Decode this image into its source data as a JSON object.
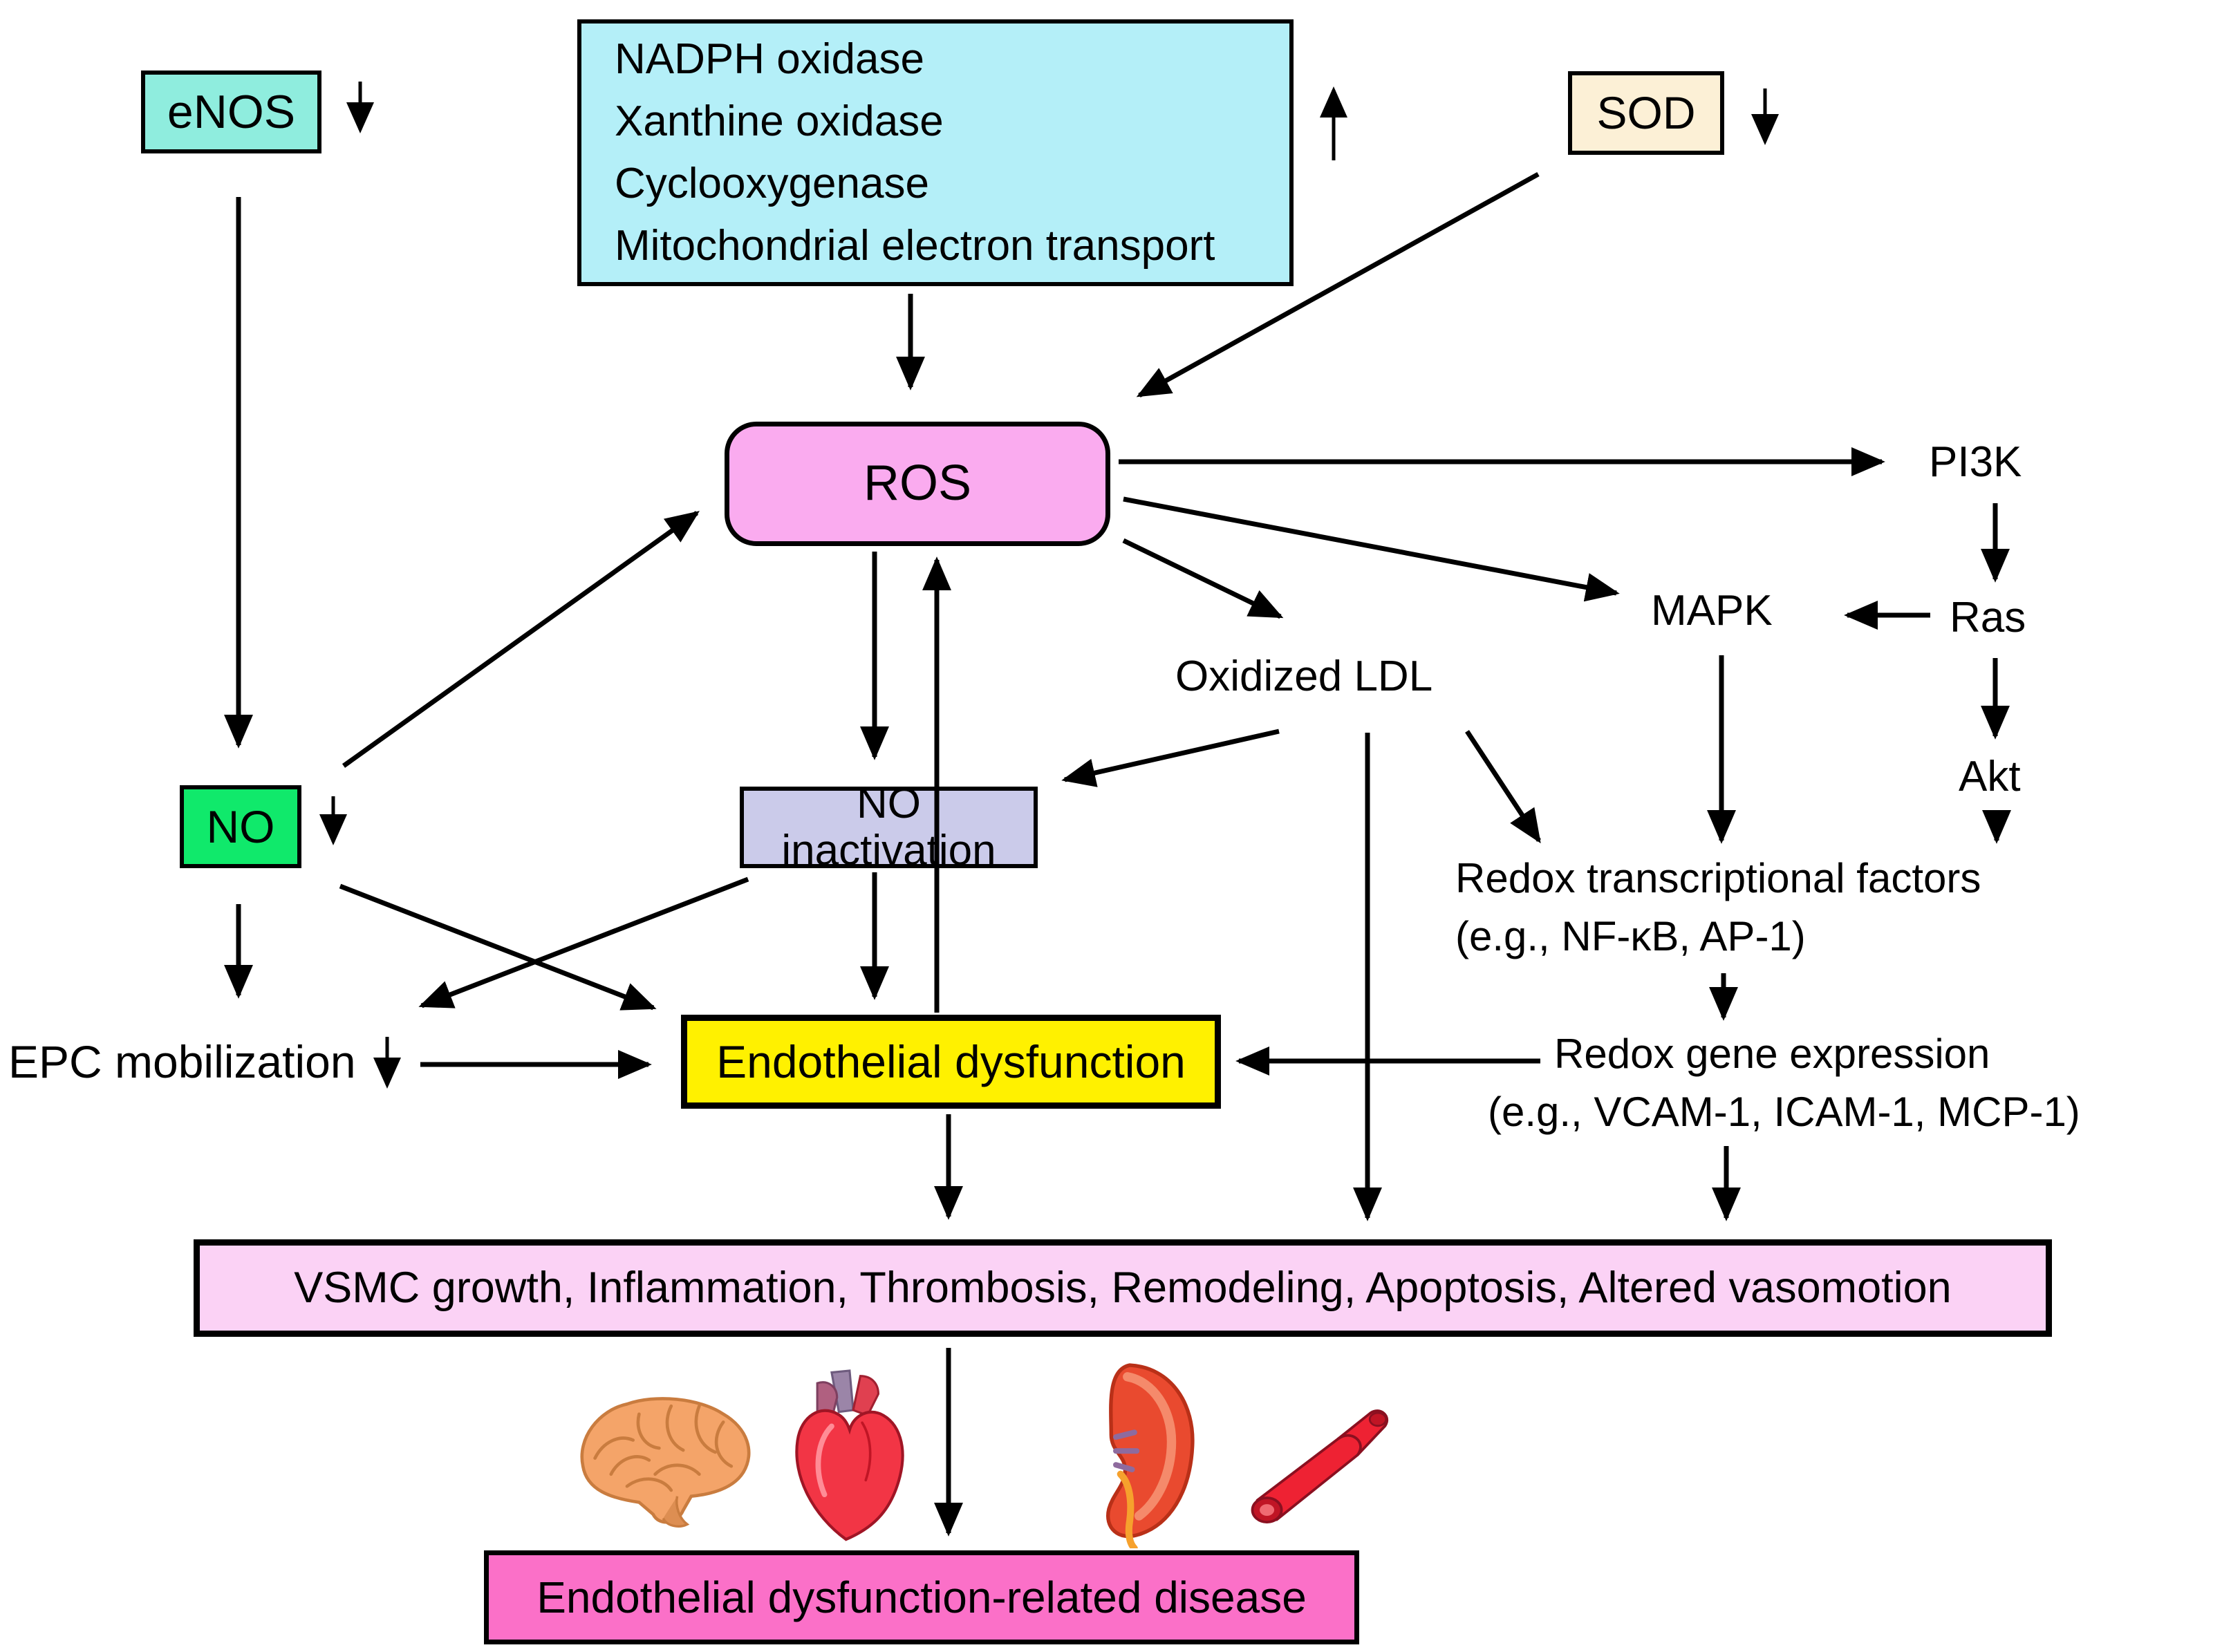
{
  "title": "Endothelial dysfunction ROS pathway diagram",
  "boxes": {
    "enos": {
      "label": "eNOS",
      "color": "#8FEDDE"
    },
    "sources": {
      "lines": [
        "NADPH oxidase",
        "Xanthine oxidase",
        "Cyclooxygenase",
        "Mitochondrial electron transport"
      ],
      "color": "#B4EFF8"
    },
    "sod": {
      "label": "SOD",
      "color": "#FCF0D6"
    },
    "ros": {
      "label": "ROS",
      "color": "#FAABEF"
    },
    "no": {
      "label": "NO",
      "color": "#10E96B"
    },
    "no_inactivation": {
      "label": "NO inactivation",
      "color": "#CBCBEA"
    },
    "endothelial_dysfunction": {
      "label": "Endothelial dysfunction",
      "color": "#FFF100"
    },
    "vsmc": {
      "label": "VSMC growth, Inflammation, Thrombosis, Remodeling, Apoptosis, Altered vasomotion",
      "color": "#FBD2F5"
    },
    "disease": {
      "label": "Endothelial dysfunction-related disease",
      "color": "#FB70C8"
    }
  },
  "labels": {
    "oxidized_ldl": "Oxidized LDL",
    "pi3k": "PI3K",
    "ras": "Ras",
    "akt": "Akt",
    "mapk": "MAPK",
    "epc_mobilization": "EPC mobilization",
    "redox_tf_line1": "Redox transcriptional factors",
    "redox_tf_line2": "(e.g., NF-κB, AP-1)",
    "redox_gene_line1": "Redox gene expression",
    "redox_gene_line2": "(e.g., VCAM-1, ICAM-1, MCP-1)"
  },
  "indicators": {
    "enos_direction": "down",
    "sources_direction": "up",
    "sod_direction": "down",
    "no_direction": "down",
    "epc_direction": "down"
  },
  "icons": [
    "brain-icon",
    "heart-icon",
    "kidney-icon",
    "blood-vessel-icon"
  ],
  "colors": {
    "background": "#FFFFFF",
    "line": "#000000",
    "brain": "#F4A469",
    "heart": "#F23545",
    "kidney": "#E94A2F",
    "vessel": "#EE2233",
    "ureter": "#F6A12D"
  }
}
